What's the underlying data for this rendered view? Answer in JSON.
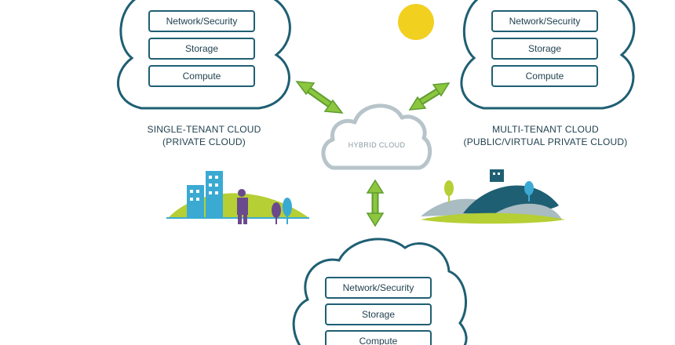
{
  "colors": {
    "cloud_outline": "#1f5f73",
    "hybrid_outline": "#b7c4ca",
    "arrow": "#8cc63f",
    "sun": "#f1d020",
    "city_blue": "#3aaad3",
    "purple": "#6a4a8c",
    "hill_green": "#b5cf35",
    "hill_gray": "#a8bcc2"
  },
  "private_cloud": {
    "layers": [
      "Network/Security",
      "Storage",
      "Compute"
    ],
    "caption": [
      "SINGLE-TENANT CLOUD",
      "(PRIVATE CLOUD)"
    ]
  },
  "public_cloud": {
    "layers": [
      "Network/Security",
      "Storage",
      "Compute"
    ],
    "caption": [
      "MULTI-TENANT CLOUD",
      "(PUBLIC/VIRTUAL PRIVATE CLOUD)"
    ]
  },
  "hybrid_cloud": {
    "label": "HYBRID CLOUD"
  },
  "bottom_cloud": {
    "layers": [
      "Network/Security",
      "Storage",
      "Compute"
    ]
  },
  "icons": [
    "sun-icon",
    "city-illustration",
    "hills-illustration",
    "double-arrow-icon"
  ]
}
